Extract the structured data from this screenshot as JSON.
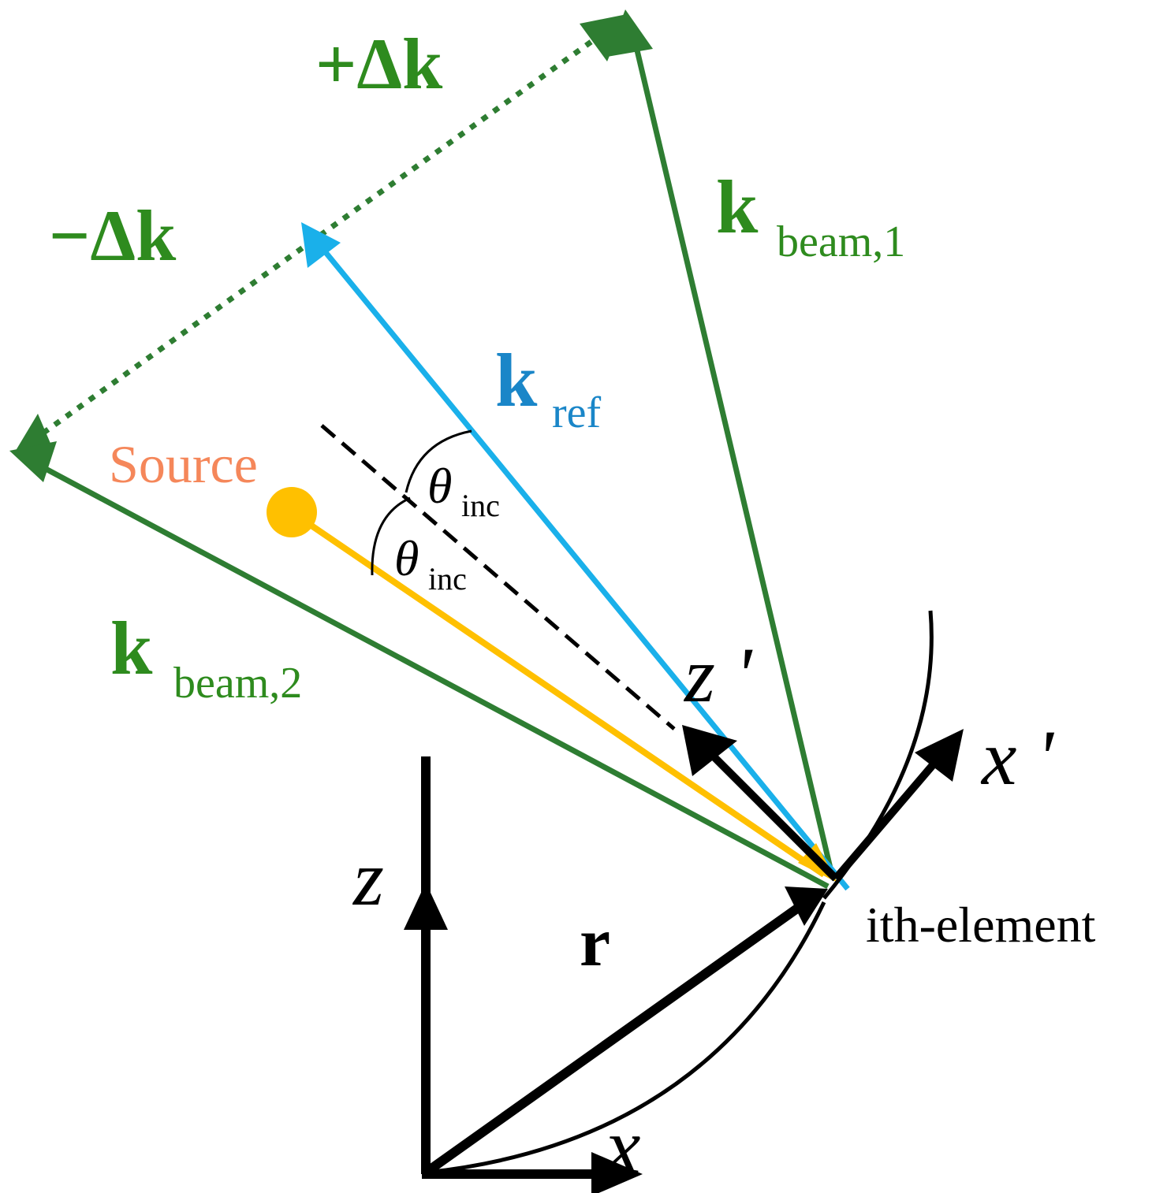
{
  "colors": {
    "green": "#2e7d32",
    "green_text": "#2e8b1e",
    "blue": "#1ab0ea",
    "blue_text": "#1a86c8",
    "orange": "#ffc000",
    "source_text": "#f5875a",
    "black": "#000000"
  },
  "labels": {
    "plus_delta_k": "+Δk",
    "minus_delta_k": "−Δk",
    "k_beam1_main": "k",
    "k_beam1_sub": "beam,1",
    "k_ref_main": "k",
    "k_ref_sub": "ref",
    "k_beam2_main": "k",
    "k_beam2_sub": "beam,2",
    "source": "Source",
    "theta_main": "θ",
    "theta_sub": "inc",
    "z_prime": "z '",
    "x_prime": "x '",
    "z": "z",
    "x": "x",
    "r": "r",
    "element": "ith-element"
  }
}
